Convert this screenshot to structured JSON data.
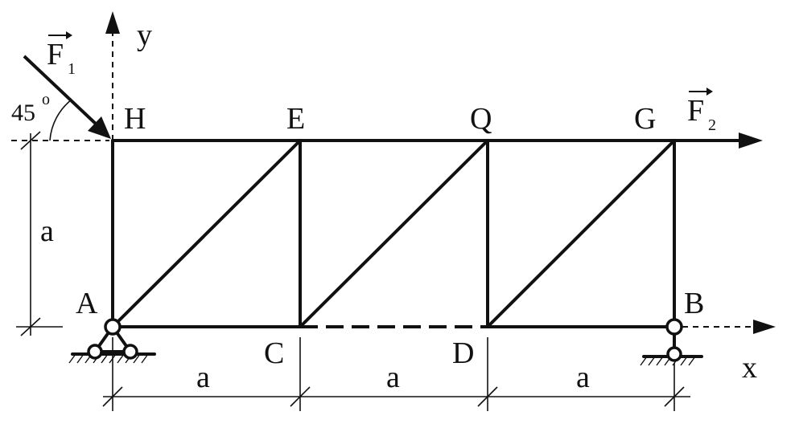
{
  "nodes": {
    "H": "H",
    "E": "E",
    "Q": "Q",
    "G": "G",
    "A": "A",
    "C": "C",
    "D": "D",
    "B": "B"
  },
  "axes": {
    "x": "x",
    "y": "y"
  },
  "forces": {
    "F1": {
      "symbol": "F",
      "subscript": "1"
    },
    "F2": {
      "symbol": "F",
      "subscript": "2"
    }
  },
  "angle": {
    "value": "45",
    "unit": "o"
  },
  "dimensions": {
    "height": "a",
    "span_AC": "a",
    "span_CD": "a",
    "span_DB": "a"
  }
}
